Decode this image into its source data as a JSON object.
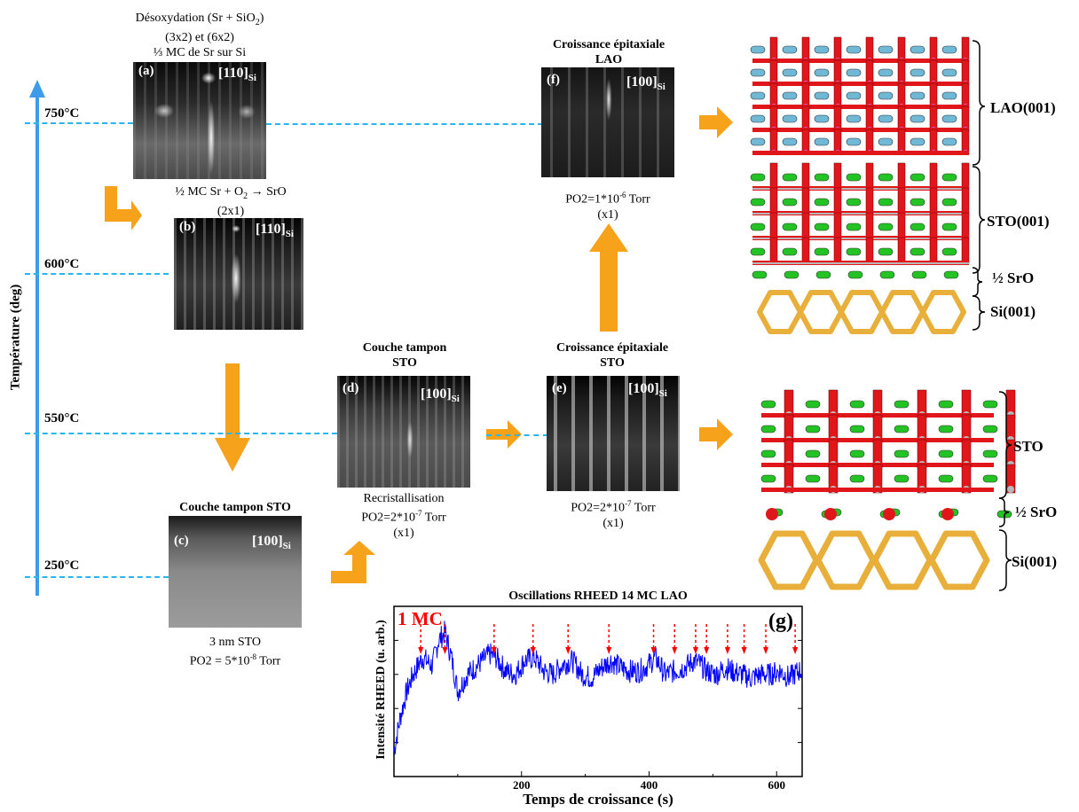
{
  "temperature_axis": {
    "label": "Température (deg)",
    "levels": [
      "750°C",
      "600°C",
      "550°C",
      "250°C"
    ]
  },
  "steps": {
    "a": {
      "caption_lines": [
        "Désoxydation (Sr + SiO",
        "2",
        ")",
        "(3x2) et (6x2)",
        "⅓ MC de Sr sur Si"
      ],
      "panel": "(a)",
      "direction": "[110]",
      "dir_sub": "Si"
    },
    "b": {
      "caption_line1_pre": "½ MC Sr + O",
      "caption_line1_sub": "2",
      "caption_line1_post": " → SrO",
      "caption_line2": "(2x1)",
      "panel": "(b)",
      "direction": "[110]",
      "dir_sub": "Si"
    },
    "c": {
      "title": "Couche  tampon STO",
      "panel": "(c)",
      "direction": "[100]",
      "dir_sub": "Si",
      "note1": "3 nm STO",
      "note2_pre": "PO2 = 5*10",
      "note2_sup": "-8",
      "note2_post": " Torr"
    },
    "d": {
      "title1": "Couche  tampon",
      "title2": "STO",
      "panel": "(d)",
      "direction": "[100]",
      "dir_sub": "Si",
      "note1": "Recristallisation",
      "note2_pre": "PO2=2*10",
      "note2_sup": "-7",
      "note2_post": " Torr",
      "note3": "(x1)"
    },
    "e": {
      "title1": "Croissance épitaxiale",
      "title2": "STO",
      "panel": "(e)",
      "direction": "[100]",
      "dir_sub": "Si",
      "note1_pre": "PO2=2*10",
      "note1_sup": "-7",
      "note1_post": " Torr",
      "note2": "(x1)"
    },
    "f": {
      "title1": "Croissance épitaxiale",
      "title2": "LAO",
      "panel": "(f)",
      "direction": "[100]",
      "dir_sub": "Si",
      "note1_pre": "PO2=1*10",
      "note1_sup": "-6",
      "note1_post": " Torr",
      "note2": "(x1)"
    }
  },
  "structures": {
    "top_labels": [
      "LAO(001)",
      "STO(001)",
      "½ SrO",
      "Si(001)"
    ],
    "bottom_labels": [
      "STO",
      "½ SrO",
      "Si(001)"
    ]
  },
  "colors": {
    "arrow": "#f7a21b",
    "dash": "#29b6f0",
    "temp_axis": "#3d9be9",
    "signal": "#0000ff",
    "marker": "#ff0000",
    "oxygen": "#e0161b",
    "strontium": "#22c322",
    "lanthanum": "#6fb8d6",
    "aluminium": "#d65fd6",
    "titanium": "#b8b8b8",
    "silicon": "#e8b03a"
  },
  "chart_data": {
    "type": "line",
    "title": "Oscillations RHEED 14 MC LAO",
    "xlabel": "Temps de croissance (s)",
    "ylabel": "Intensité RHEED (u. arb.)",
    "panel_label": "(g)",
    "annotation": "1 MC",
    "xlim": [
      0,
      640
    ],
    "x_ticks": [
      200,
      400,
      600
    ],
    "series": [
      {
        "x": [
          0,
          10,
          20,
          30,
          45,
          60,
          70,
          80,
          90,
          100,
          115,
          130,
          150,
          160,
          175,
          190,
          205,
          220,
          235,
          250,
          265,
          280,
          295,
          310,
          325,
          340,
          355,
          370,
          385,
          400,
          410,
          425,
          440,
          455,
          470,
          480,
          490,
          505,
          520,
          530,
          545,
          560,
          575,
          590,
          605,
          620,
          635,
          640
        ],
        "y": [
          0.15,
          0.35,
          0.5,
          0.6,
          0.7,
          0.65,
          0.8,
          0.85,
          0.7,
          0.5,
          0.6,
          0.65,
          0.72,
          0.7,
          0.62,
          0.6,
          0.68,
          0.7,
          0.62,
          0.6,
          0.66,
          0.68,
          0.6,
          0.58,
          0.64,
          0.68,
          0.64,
          0.62,
          0.62,
          0.66,
          0.7,
          0.6,
          0.62,
          0.64,
          0.68,
          0.66,
          0.62,
          0.6,
          0.64,
          0.62,
          0.6,
          0.58,
          0.6,
          0.6,
          0.62,
          0.58,
          0.62,
          0.62
        ]
      }
    ],
    "markers_x": [
      42,
      80,
      157,
      218,
      273,
      337,
      407,
      440,
      473,
      490,
      523,
      549,
      583,
      629
    ]
  }
}
